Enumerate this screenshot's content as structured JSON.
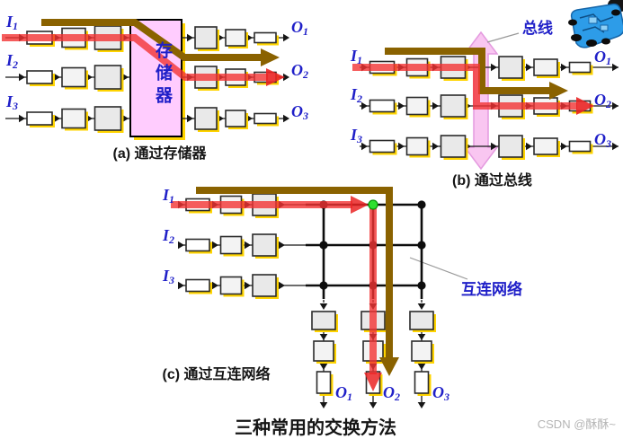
{
  "figure_title": "三种常用的交换方法",
  "watermark": "CSDN @酥酥~",
  "colors": {
    "label_blue": "#1F1FC8",
    "path_red": "#F23333",
    "path_red_head": "#EA2424",
    "path_brown": "#8A6200",
    "bus_pink_fill": "#F9C6F1",
    "bus_pink_stroke": "#E49ADF",
    "memory_fill": "#FFCCFE",
    "shadow_yellow": "#FFD400",
    "crosspoint_green": "#2FE02F"
  },
  "diagram_a": {
    "caption": "(a) 通过存储器",
    "memory_label": "存储器",
    "inputs": [
      {
        "base": "I",
        "sub": "1"
      },
      {
        "base": "I",
        "sub": "2"
      },
      {
        "base": "I",
        "sub": "3"
      }
    ],
    "outputs": [
      {
        "base": "O",
        "sub": "1"
      },
      {
        "base": "O",
        "sub": "2"
      },
      {
        "base": "O",
        "sub": "3"
      }
    ]
  },
  "diagram_b": {
    "caption": "(b) 通过总线",
    "bus_label": "总线",
    "decoration_icon": "circuit-board-icon",
    "inputs": [
      {
        "base": "I",
        "sub": "1"
      },
      {
        "base": "I",
        "sub": "2"
      },
      {
        "base": "I",
        "sub": "3"
      }
    ],
    "outputs": [
      {
        "base": "O",
        "sub": "1"
      },
      {
        "base": "O",
        "sub": "2"
      },
      {
        "base": "O",
        "sub": "3"
      }
    ]
  },
  "diagram_c": {
    "caption": "(c) 通过互连网络",
    "network_label": "互连网络",
    "inputs": [
      {
        "base": "I",
        "sub": "1"
      },
      {
        "base": "I",
        "sub": "2"
      },
      {
        "base": "I",
        "sub": "3"
      }
    ],
    "outputs": [
      {
        "base": "O",
        "sub": "1"
      },
      {
        "base": "O",
        "sub": "2"
      },
      {
        "base": "O",
        "sub": "3"
      }
    ]
  }
}
